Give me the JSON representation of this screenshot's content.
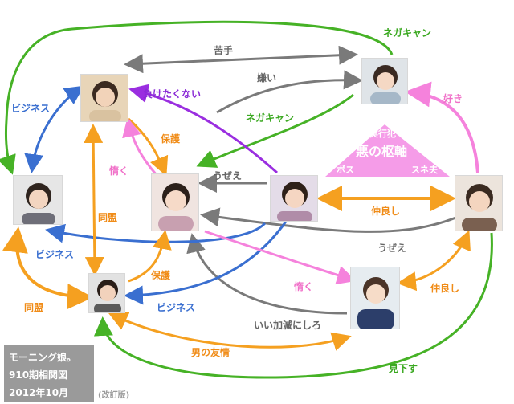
{
  "labels": {
    "negakyan_top": "ネガキャン",
    "nigate": "苦手",
    "kirai": "嫌い",
    "negakyan_mid": "ネガキャン",
    "maketakunai": "負けたくない",
    "business_tl": "ビジネス",
    "hogo_top": "保護",
    "namaku_top": "惰く",
    "uzee_top": "うぜえ",
    "suki": "好き",
    "nakayoshi_top": "仲良し",
    "doumei_mid": "同盟",
    "business_mid": "ビジネス",
    "uzee_mid": "うぜえ",
    "hogo_bot": "保護",
    "doumei_left": "同盟",
    "namaku_bot": "惰く",
    "nakayoshi_bot": "仲良し",
    "business_bot": "ビジネス",
    "iikagen": "いい加減にしろ",
    "otoko_no_yuujou": "男の友情",
    "mikudasu": "見下す"
  },
  "triangle": {
    "top": "実行犯",
    "center": "悪の枢軸",
    "left": "ボス",
    "right": "スネ夫"
  },
  "caption": {
    "line1": "モーニング娘。",
    "line2": "910期相関図",
    "line3": "2012年10月",
    "revision": "(改訂版)"
  },
  "colors": {
    "gray": "#7a7a7a",
    "green": "#46b226",
    "blue": "#3a6fd0",
    "orange": "#f5a020",
    "pink": "#f582dc",
    "purple": "#9a2ee0",
    "triangle": "#f59ce8"
  }
}
